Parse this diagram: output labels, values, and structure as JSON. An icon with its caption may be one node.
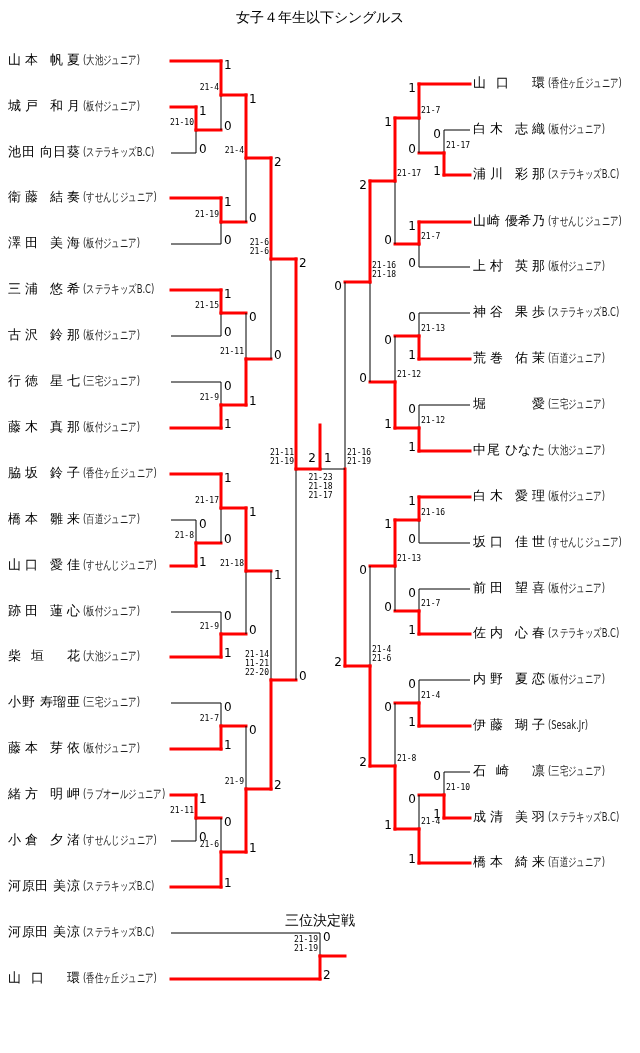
{
  "diagram": {
    "title": "女子４年生以下シングルス",
    "nodes": [
      {
        "text": [
          "山本 帆夏",
          "(大池ジュニア)"
        ]
      },
      {
        "text": [
          "城戸 和月",
          "(板付ジュニア)"
        ]
      },
      {
        "text": [
          "池田 向日葵",
          "(ステラキッズB.C)"
        ]
      },
      {
        "text": [
          "衛藤 結奏",
          "(すせんじジュニア)"
        ]
      },
      {
        "text": [
          "澤田 美海",
          "(板付ジュニア)"
        ]
      },
      {
        "text": [
          "三浦 悠希",
          "(ステラキッズB.C)"
        ]
      },
      {
        "text": [
          "古沢 鈴那",
          "(板付ジュニア)"
        ]
      },
      {
        "text": [
          "行徳 星七",
          "(三宅ジュニア)"
        ]
      },
      {
        "text": [
          "藤木 真那",
          "(板付ジュニア)"
        ]
      },
      {
        "text": [
          "脇坂 鈴子",
          "(香住ヶ丘ジュニア)"
        ]
      },
      {
        "text": [
          "橋本 雛来",
          "(百道ジュニア)"
        ]
      },
      {
        "text": [
          "山口 愛佳",
          "(すせんじジュニア)"
        ]
      },
      {
        "text": [
          "跡田 蓮心",
          "(板付ジュニア)"
        ]
      },
      {
        "text": [
          "柴垣 花",
          "(大池ジュニア)"
        ]
      },
      {
        "text": [
          "小野 寿瑠亜",
          "(三宅ジュニア)"
        ]
      },
      {
        "text": [
          "藤本 芽依",
          "(板付ジュニア)"
        ]
      },
      {
        "text": [
          "緒方 明岬",
          "(ラブオールジュニア)"
        ]
      },
      {
        "text": [
          "小倉 夕渚",
          "(すせんじジュニア)"
        ]
      },
      {
        "text": [
          "河原田 美涼",
          "(ステラキッズB.C)"
        ]
      },
      {
        "text": [
          "山口 環",
          "(香住ヶ丘ジュニア)"
        ]
      },
      {
        "text": [
          "白木 志織",
          "(板付ジュニア)"
        ]
      },
      {
        "text": [
          "浦川 彩那",
          "(ステラキッズB.C)"
        ]
      },
      {
        "text": [
          "山崎 優希乃",
          "(すせんじジュニア)"
        ]
      },
      {
        "text": [
          "上村 英那",
          "(板付ジュニア)"
        ]
      },
      {
        "text": [
          "神谷 果歩",
          "(ステラキッズB.C)"
        ]
      },
      {
        "text": [
          "荒巻 佑茉",
          "(百道ジュニア)"
        ]
      },
      {
        "text": [
          "堀 愛",
          "(三宅ジュニア)"
        ]
      },
      {
        "text": [
          "中尾 ひなた",
          "(大池ジュニア)"
        ]
      },
      {
        "text": [
          "白木 愛理",
          "(板付ジュニア)"
        ]
      },
      {
        "text": [
          "坂口 佳世",
          "(すせんじジュニア)"
        ]
      },
      {
        "text": [
          "前田 望喜",
          "(板付ジュニア)"
        ]
      },
      {
        "text": [
          "佐内 心春",
          "(ステラキッズB.C)"
        ]
      },
      {
        "text": [
          "内野 夏恋",
          "(板付ジュニア)"
        ]
      },
      {
        "text": [
          "伊藤 瑚子",
          "(Sesak.Jr)"
        ]
      },
      {
        "text": [
          "石崎 凛",
          "(三宅ジュニア)"
        ]
      },
      {
        "text": [
          "成清 美羽",
          "(ステラキッズB.C)"
        ]
      },
      {
        "text": [
          "橋本 綺来",
          "(百道ジュニア)"
        ]
      },
      {
        "text": [
          "河原田 美涼",
          "(ステラキッズB.C)"
        ]
      },
      {
        "text": [
          "山口 環",
          "(香住ヶ丘ジュニア)"
        ]
      }
    ],
    "labels": [
      "1",
      "0",
      "21-10",
      "1",
      "0",
      "21-4",
      "1",
      "0",
      "21-19",
      "1",
      "0",
      "21-4",
      "1",
      "0",
      "21-15",
      "0",
      "1",
      "21-9",
      "0",
      "1",
      "21-11",
      "2",
      "0",
      "21-6 21-6",
      "0",
      "1",
      "21-8",
      "1",
      "0",
      "21-17",
      "0",
      "1",
      "21-9",
      "1",
      "0",
      "21-18",
      "0",
      "1",
      "21-7",
      "1",
      "0",
      "21-11",
      "0",
      "1",
      "21-6",
      "0",
      "1",
      "21-9",
      "1",
      "2",
      "21-14 11-21 22-20",
      "2",
      "0",
      "21-11 21-19",
      "0",
      "1",
      "21-17",
      "1",
      "0",
      "21-7",
      "1",
      "0",
      "21-7",
      "1",
      "0",
      "21-17",
      "0",
      "1",
      "21-13",
      "0",
      "1",
      "21-12",
      "0",
      "1",
      "21-12",
      "2",
      "0",
      "21-16 21-18",
      "1",
      "0",
      "21-16",
      "0",
      "1",
      "21-7",
      "1",
      "0",
      "21-13",
      "0",
      "1",
      "21-4",
      "0",
      "1",
      "21-10",
      "0",
      "1",
      "21-4",
      "0",
      "1",
      "21-8",
      "0",
      "2",
      "21-4 21-6",
      "0",
      "2",
      "21-16 21-19",
      "2",
      "1",
      "21-23 21-18 21-17",
      "三位決定戦",
      "0",
      "2",
      "21-19 21-19"
    ]
  }
}
